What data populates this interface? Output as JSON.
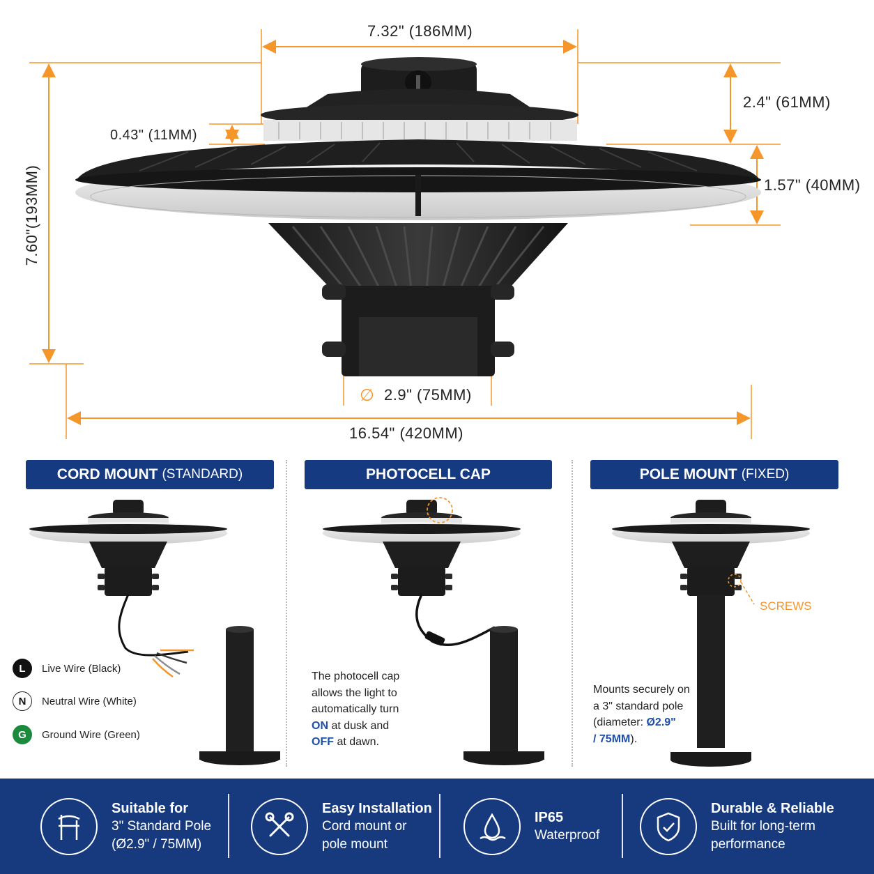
{
  "colors": {
    "accent": "#f5962a",
    "brand_blue": "#153a82",
    "highlight": "#1e4fa8",
    "ground_green": "#1c8a3c"
  },
  "dimensions": {
    "top_width": "7.32\" (186MM)",
    "cap_height": "2.4\" (61MM)",
    "ring_height": "0.43\" (11MM)",
    "lens_height": "1.57\" (40MM)",
    "total_height": "7.60\"(193MM)",
    "mount_diameter_symbol": "∅",
    "mount_diameter": "2.9\" (75MM)",
    "total_width": "16.54\" (420MM)"
  },
  "panels": [
    {
      "title": "CORD MOUNT",
      "subtitle": "(STANDARD)"
    },
    {
      "title": "PHOTOCELL CAP",
      "subtitle": ""
    },
    {
      "title": "POLE MOUNT",
      "subtitle": "(FIXED)"
    }
  ],
  "wires": [
    {
      "badge": "L",
      "label": "Live Wire (Black)"
    },
    {
      "badge": "N",
      "label": "Neutral Wire (White)"
    },
    {
      "badge": "G",
      "label": "Ground Wire (Green)"
    }
  ],
  "photocell_desc": {
    "line1": "The photocell cap",
    "line2": "allows the light to",
    "line3": "automatically turn",
    "on": "ON",
    "on_rest": " at dusk and",
    "off": "OFF",
    "off_rest": " at dawn."
  },
  "pole_desc": {
    "line1": "Mounts securely on",
    "line2": "a 3\" standard pole",
    "line3_a": "(diameter: ",
    "line3_b": "Ø2.9\"",
    "line4_b": "/ 75MM",
    "line4_c": ")."
  },
  "screws_label": "SCREWS",
  "features": [
    {
      "icon": "pole-icon",
      "title": "Suitable for",
      "line2": "3\" Standard Pole",
      "line3": "(Ø2.9\" / 75MM)"
    },
    {
      "icon": "tools-icon",
      "title": "Easy Installation",
      "line2": "Cord mount or",
      "line3": "pole mount"
    },
    {
      "icon": "water-drop-icon",
      "title": "IP65",
      "line2": "Waterproof",
      "line3": ""
    },
    {
      "icon": "shield-icon",
      "title": "Durable & Reliable",
      "line2": "Built for long-term",
      "line3": "performance"
    }
  ]
}
